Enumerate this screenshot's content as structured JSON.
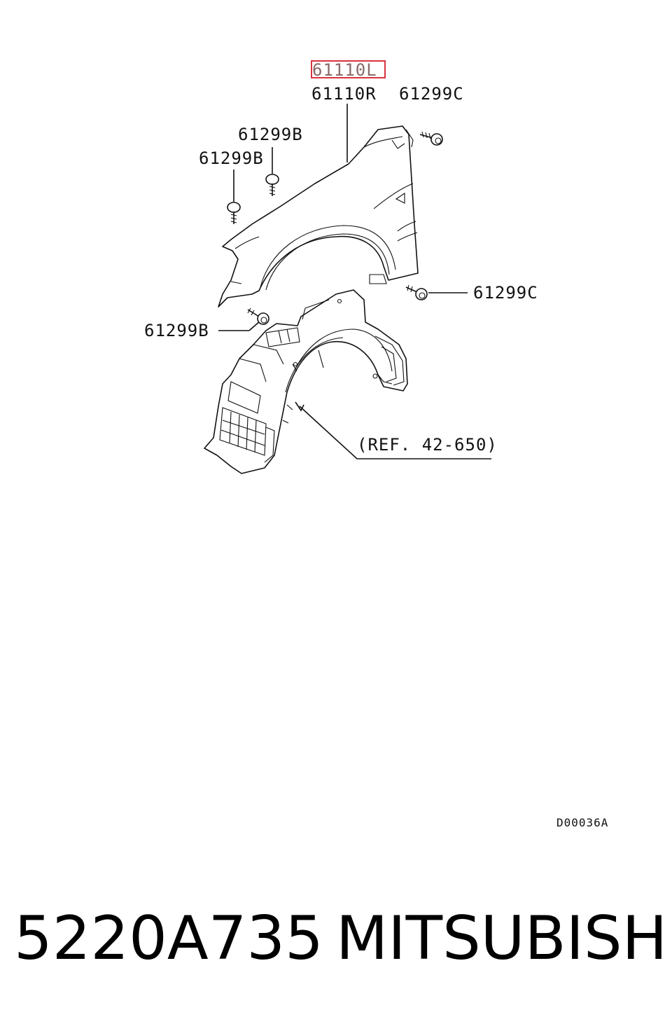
{
  "labels": {
    "fender_left": "61110L",
    "fender_right": "61110R",
    "bolt_c_top": "61299C",
    "bolt_b_upper": "61299B",
    "bolt_b_lower": "61299B",
    "bolt_c_mid": "61299C",
    "bolt_b_left": "61299B",
    "reference": "(REF. 42-650)"
  },
  "highlight_color": "#d9333f",
  "drawing_code": "D00036A",
  "footer": {
    "part_number": "5220A735",
    "brand": "MITSUBISHI"
  }
}
